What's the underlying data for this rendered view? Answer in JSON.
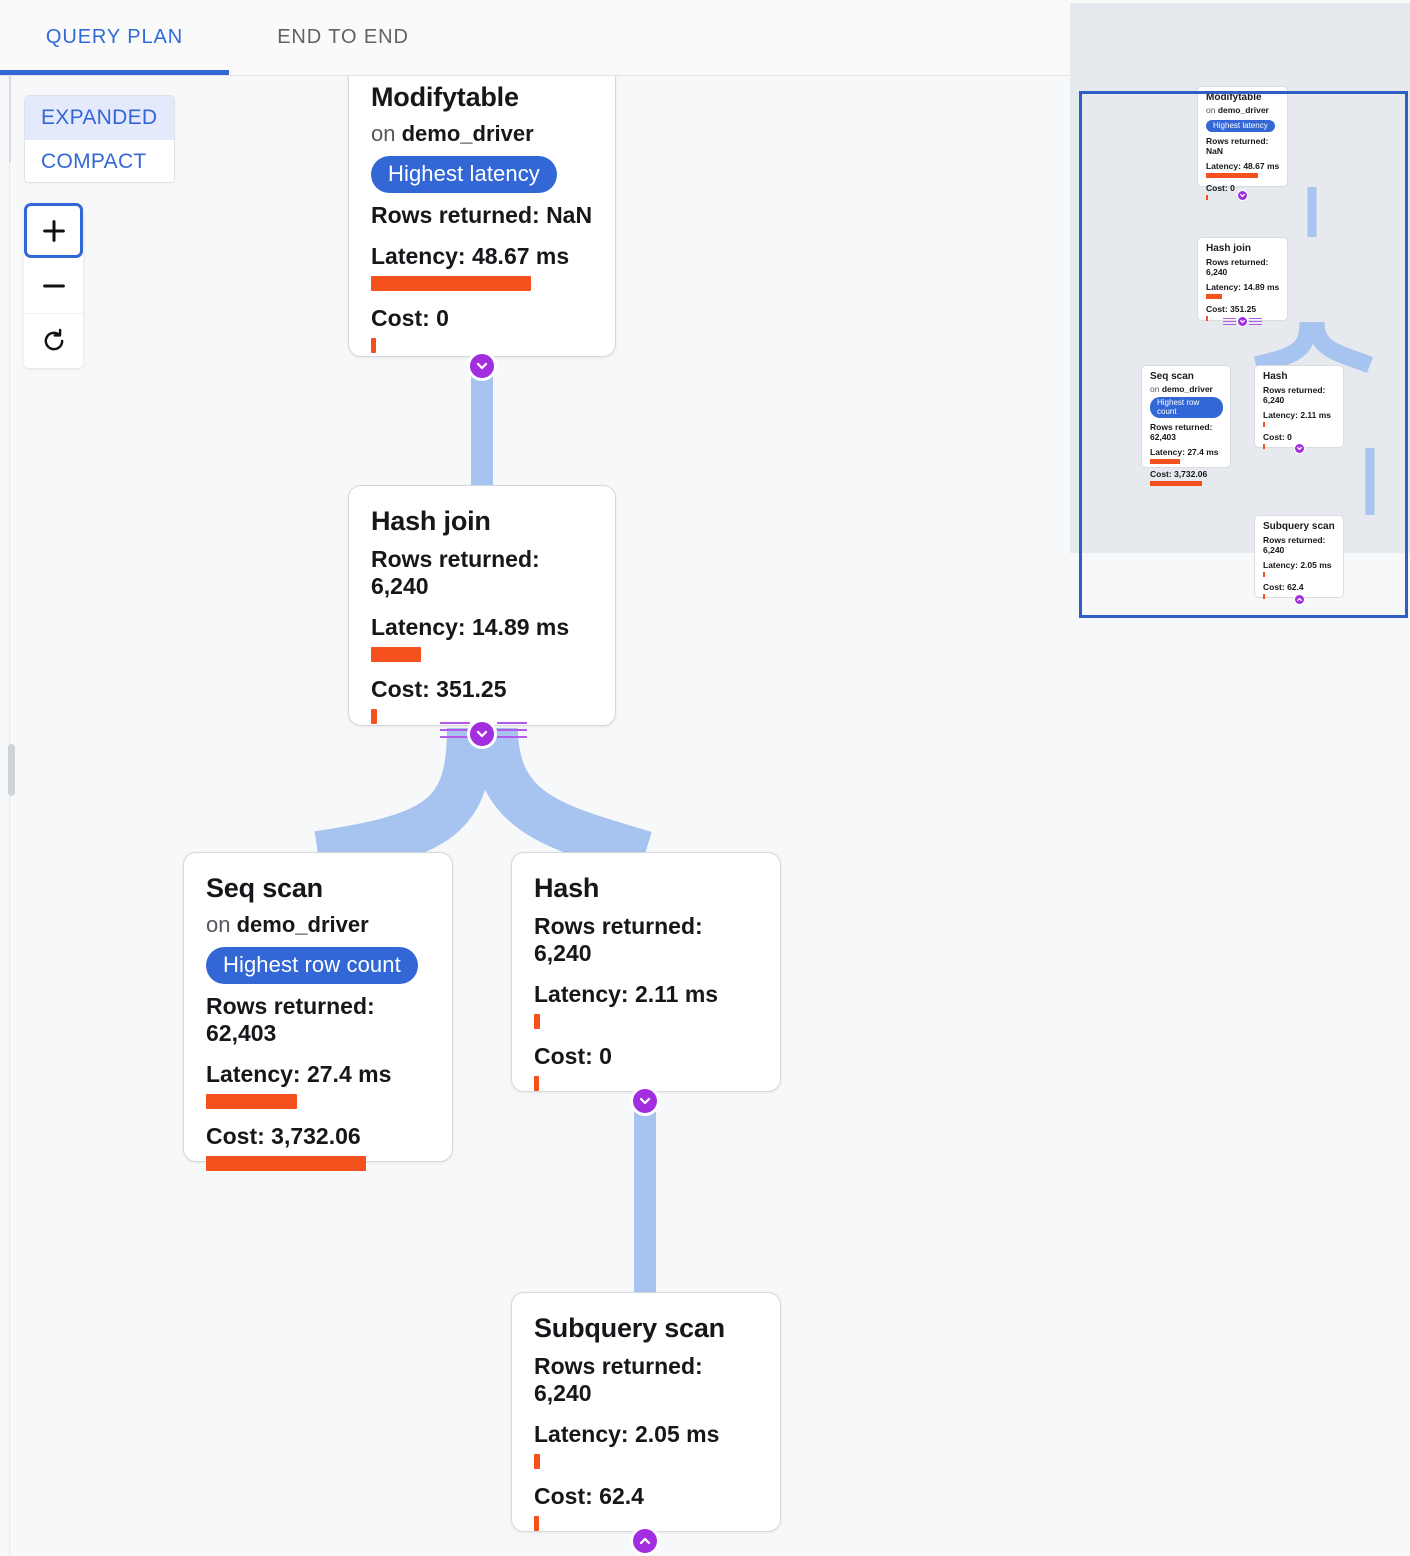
{
  "tabs": [
    {
      "label": "QUERY PLAN",
      "active": true
    },
    {
      "label": "END TO END",
      "active": false
    }
  ],
  "view_toggle": {
    "options": [
      {
        "label": "EXPANDED",
        "selected": true
      },
      {
        "label": "COMPACT",
        "selected": false
      }
    ]
  },
  "zoom_controls": {
    "zoom_in": "+",
    "zoom_out": "−",
    "reset": "↺"
  },
  "labels": {
    "rows_prefix": "Rows returned: ",
    "latency_prefix": "Latency: ",
    "cost_prefix": "Cost: ",
    "on_prefix": "on "
  },
  "colors": {
    "accent_blue": "#3367d6",
    "badge_blue": "#3367d6",
    "bar_orange": "#f4511e",
    "edge_blue": "#a7c4f0",
    "connector_purple": "#a22ee0",
    "minimap_bg": "#e6e9ed",
    "minimap_border": "#2f5fc4"
  },
  "nodes": [
    {
      "id": "modifytable",
      "title": "Modifytable",
      "relation": "demo_driver",
      "badge": "Highest latency",
      "rows_returned": "Rows returned: NaN",
      "latency": "Latency: 48.67 ms",
      "latency_bar_pct": 100,
      "cost": "Cost: 0",
      "cost_bar_pct": 2
    },
    {
      "id": "hashjoin",
      "title": "Hash join",
      "relation": null,
      "badge": null,
      "rows_returned": "Rows returned: 6,240",
      "latency": "Latency: 14.89 ms",
      "latency_bar_pct": 31,
      "cost": "Cost: 351.25",
      "cost_bar_pct": 4
    },
    {
      "id": "seqscan",
      "title": "Seq scan",
      "relation": "demo_driver",
      "badge": "Highest row count",
      "rows_returned": "Rows returned: 62,403",
      "latency": "Latency: 27.4 ms",
      "latency_bar_pct": 57,
      "cost": "Cost: 3,732.06",
      "cost_bar_pct": 100
    },
    {
      "id": "hash",
      "title": "Hash",
      "relation": null,
      "badge": null,
      "rows_returned": "Rows returned: 6,240",
      "latency": "Latency: 2.11 ms",
      "latency_bar_pct": 4,
      "cost": "Cost: 0",
      "cost_bar_pct": 2
    },
    {
      "id": "subquery",
      "title": "Subquery scan",
      "relation": null,
      "badge": null,
      "rows_returned": "Rows returned: 6,240",
      "latency": "Latency: 2.05 ms",
      "latency_bar_pct": 4,
      "cost": "Cost: 62.4",
      "cost_bar_pct": 2
    }
  ],
  "minimap": {
    "present": true,
    "viewport_visible": true
  }
}
